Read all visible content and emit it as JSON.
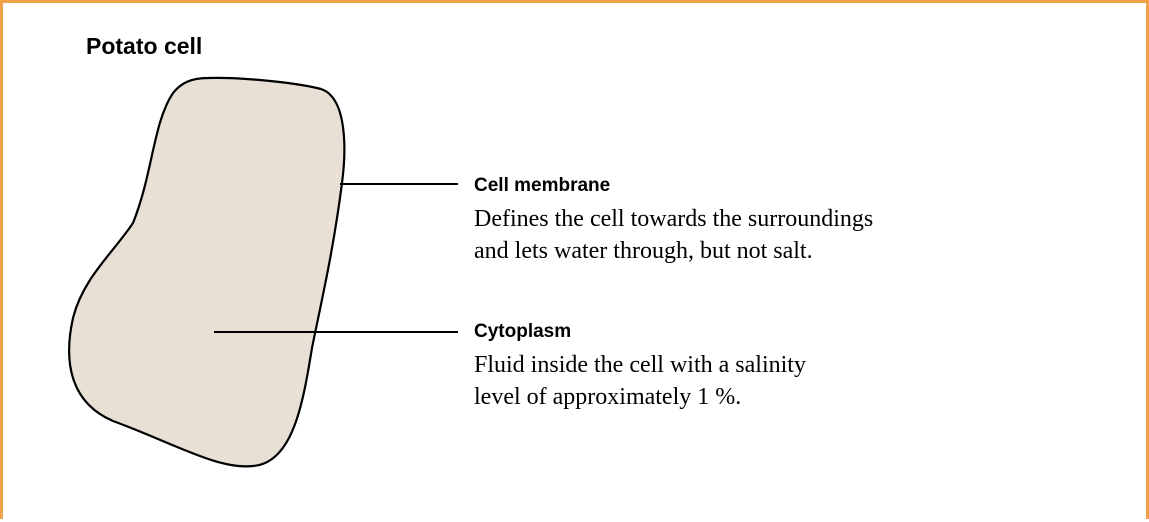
{
  "title": "Potato cell",
  "colors": {
    "frame_border": "#f0a24a",
    "cell_fill": "#e8dfd5",
    "cell_outline": "#000000"
  },
  "labels": {
    "membrane": {
      "heading": "Cell membrane",
      "lines": [
        "Defines the cell towards the surroundings",
        "and lets water through, but not salt."
      ]
    },
    "cytoplasm": {
      "heading": "Cytoplasm",
      "lines": [
        "Fluid inside the cell with a salinity",
        "level of approximately 1 %."
      ]
    }
  }
}
